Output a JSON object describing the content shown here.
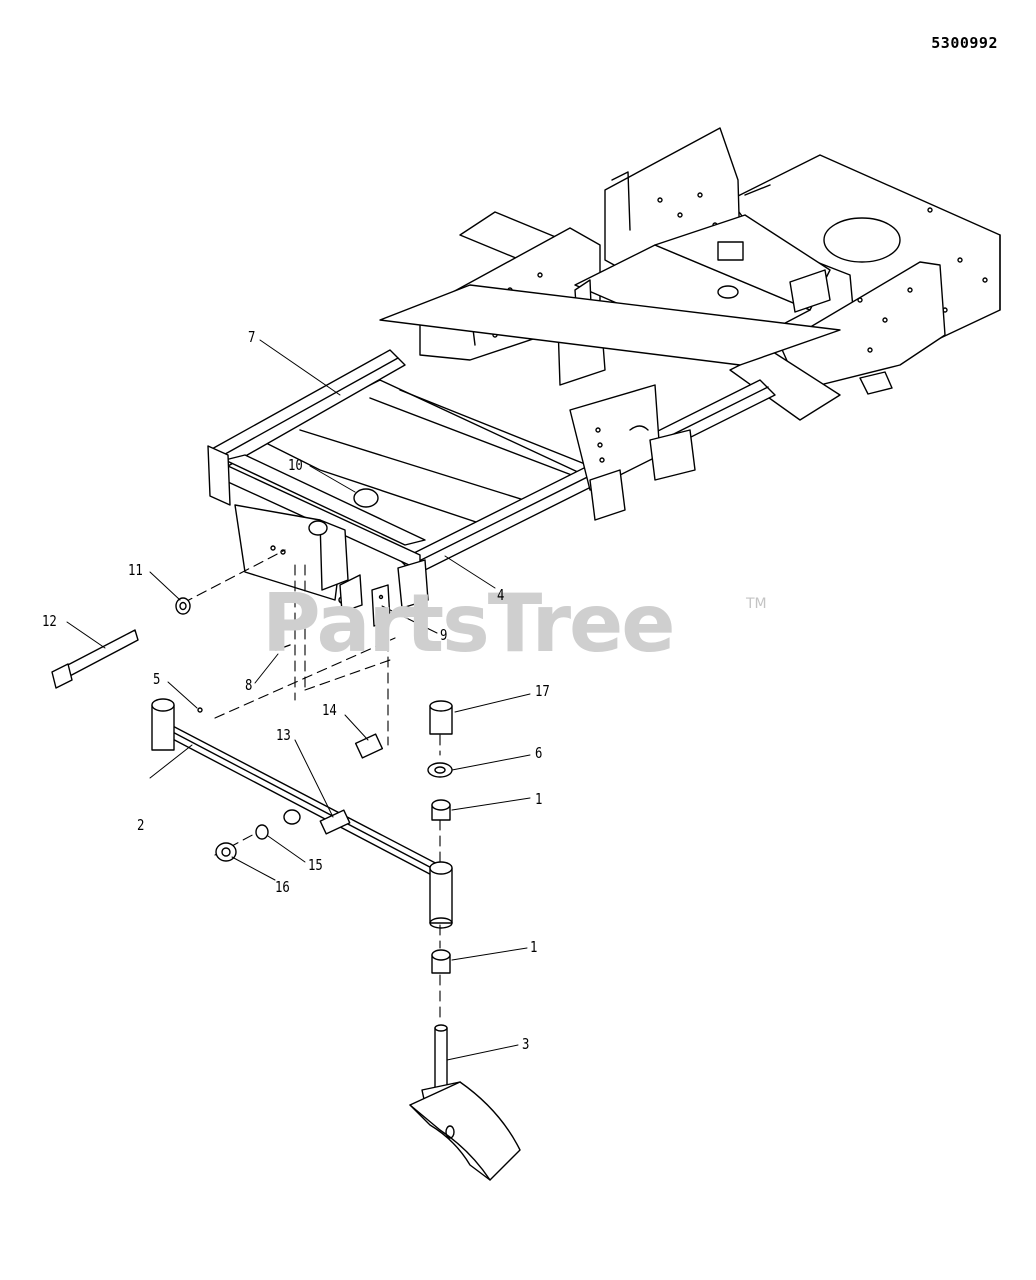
{
  "document": {
    "number": "5300992"
  },
  "watermark": {
    "text": "PartsTree",
    "trademark": "TM"
  },
  "callouts": {
    "c1": "1",
    "c1b": "1",
    "c2": "2",
    "c3": "3",
    "c4": "4",
    "c5": "5",
    "c6": "6",
    "c7": "7",
    "c8": "8",
    "c9": "9",
    "c10": "10",
    "c11": "11",
    "c12": "12",
    "c13": "13",
    "c14": "14",
    "c15": "15",
    "c16": "16",
    "c17": "17"
  }
}
